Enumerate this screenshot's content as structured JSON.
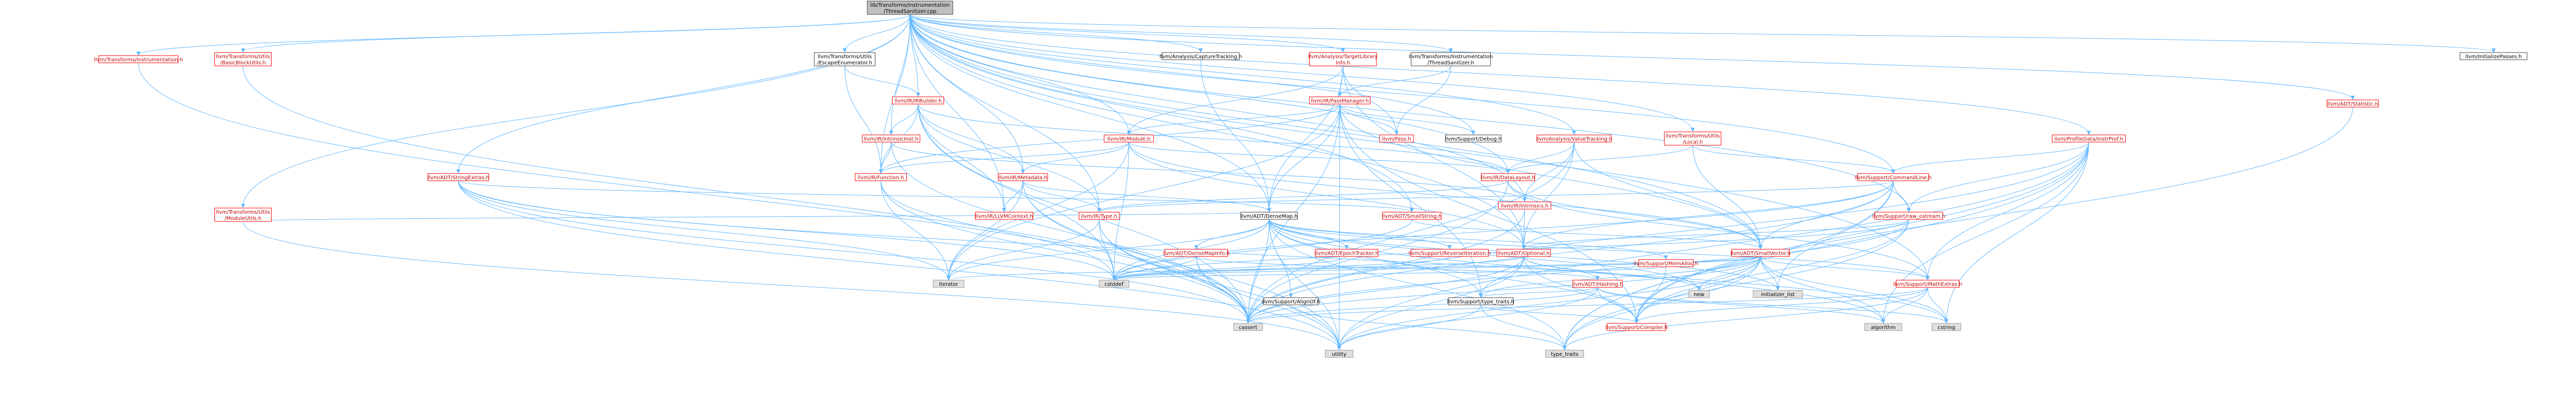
{
  "colors": {
    "root_fill": "#bfbfbf",
    "root_stroke": "#404040",
    "node_fill": "#ffffff",
    "red_stroke": "#ff0000",
    "red_text": "#bf0000",
    "gray_fill": "#e0e0e0",
    "gray_stroke": "#999999",
    "text": "#000000",
    "edge": "#63b8ff",
    "edge_alt": "#6f9fc9"
  },
  "nodes": [
    {
      "id": "root",
      "lines": [
        "lib/Transforms/Instrumentation",
        "/ThreadSanitizer.cpp"
      ],
      "kind": "root"
    },
    {
      "id": "instrumentation",
      "lines": [
        "llvm/Transforms/Instrumentation.h"
      ],
      "kind": "red"
    },
    {
      "id": "basicblockutils",
      "lines": [
        "llvm/Transforms/Utils",
        "/BasicBlockUtils.h"
      ],
      "kind": "red"
    },
    {
      "id": "moduleutils",
      "lines": [
        "llvm/Transforms/Utils",
        "/ModuleUtils.h"
      ],
      "kind": "red"
    },
    {
      "id": "stringextras",
      "lines": [
        "llvm/ADT/StringExtras.h"
      ],
      "kind": "red"
    },
    {
      "id": "escapeenumerator",
      "lines": [
        "llvm/Transforms/Utils",
        "/EscapeEnumerator.h"
      ],
      "kind": "plain"
    },
    {
      "id": "irbuilder",
      "lines": [
        "llvm/IR/IRBuilder.h"
      ],
      "kind": "red"
    },
    {
      "id": "intrinsicinst",
      "lines": [
        "llvm/IR/IntrinsicInst.h"
      ],
      "kind": "red"
    },
    {
      "id": "function",
      "lines": [
        "llvm/IR/Function.h"
      ],
      "kind": "red"
    },
    {
      "id": "metadata",
      "lines": [
        "llvm/IR/Metadata.h"
      ],
      "kind": "red"
    },
    {
      "id": "type",
      "lines": [
        "llvm/IR/Type.h"
      ],
      "kind": "red"
    },
    {
      "id": "llvmcontext",
      "lines": [
        "llvm/IR/LLVMContext.h"
      ],
      "kind": "red"
    },
    {
      "id": "capturetracking",
      "lines": [
        "llvm/Analysis/CaptureTracking.h"
      ],
      "kind": "plain"
    },
    {
      "id": "targetlibraryinfo",
      "lines": [
        "llvm/Analysis/TargetLibrary",
        "Info.h"
      ],
      "kind": "red"
    },
    {
      "id": "irpassmanager",
      "lines": [
        "llvm/IR/PassManager.h"
      ],
      "kind": "red"
    },
    {
      "id": "module",
      "lines": [
        "llvm/IR/Module.h"
      ],
      "kind": "red"
    },
    {
      "id": "threadsanitizerh",
      "lines": [
        "llvm/Transforms/Instrumentation",
        "/ThreadSanitizer.h"
      ],
      "kind": "plain"
    },
    {
      "id": "pass",
      "lines": [
        "llvm/Pass.h"
      ],
      "kind": "red"
    },
    {
      "id": "debug",
      "lines": [
        "llvm/Support/Debug.h"
      ],
      "kind": "plain"
    },
    {
      "id": "valuetracking",
      "lines": [
        "llvm/Analysis/ValueTracking.h"
      ],
      "kind": "red"
    },
    {
      "id": "datalayout",
      "lines": [
        "llvm/IR/DataLayout.h"
      ],
      "kind": "red"
    },
    {
      "id": "intrinsics",
      "lines": [
        "llvm/IR/Intrinsics.h"
      ],
      "kind": "red"
    },
    {
      "id": "utilslocal",
      "lines": [
        "llvm/Transforms/Utils",
        "/Local.h"
      ],
      "kind": "red"
    },
    {
      "id": "densemap",
      "lines": [
        "llvm/ADT/DenseMap.h"
      ],
      "kind": "plain"
    },
    {
      "id": "smallstring",
      "lines": [
        "llvm/ADT/SmallString.h"
      ],
      "kind": "red"
    },
    {
      "id": "densemapinfo",
      "lines": [
        "llvm/ADT/DenseMapInfo.h"
      ],
      "kind": "red"
    },
    {
      "id": "epochtracker",
      "lines": [
        "llvm/ADT/EpochTracker.h"
      ],
      "kind": "red"
    },
    {
      "id": "reverseiteration",
      "lines": [
        "llvm/Support/ReverseIteration.h"
      ],
      "kind": "red"
    },
    {
      "id": "alignof",
      "lines": [
        "llvm/Support/AlignOf.h"
      ],
      "kind": "plain"
    },
    {
      "id": "optional",
      "lines": [
        "llvm/ADT/Optional.h"
      ],
      "kind": "red"
    },
    {
      "id": "hashing",
      "lines": [
        "llvm/ADT/Hashing.h"
      ],
      "kind": "red"
    },
    {
      "id": "memalloc",
      "lines": [
        "llvm/Support/MemAlloc.h"
      ],
      "kind": "red"
    },
    {
      "id": "typetraitsh",
      "lines": [
        "llvm/Support/type_traits.h"
      ],
      "kind": "plain"
    },
    {
      "id": "compiler",
      "lines": [
        "llvm/Support/Compiler.h"
      ],
      "kind": "red"
    },
    {
      "id": "smallvector",
      "lines": [
        "llvm/ADT/SmallVector.h"
      ],
      "kind": "red"
    },
    {
      "id": "mathextras",
      "lines": [
        "llvm/Support/MathExtras.h"
      ],
      "kind": "red"
    },
    {
      "id": "commandline",
      "lines": [
        "llvm/Support/CommandLine.h"
      ],
      "kind": "red"
    },
    {
      "id": "rawostream",
      "lines": [
        "llvm/Support/raw_ostream.h"
      ],
      "kind": "red"
    },
    {
      "id": "profiledata",
      "lines": [
        "llvm/ProfileData/InstrProf.h"
      ],
      "kind": "red"
    },
    {
      "id": "statistic",
      "lines": [
        "llvm/ADT/Statistic.h"
      ],
      "kind": "red"
    },
    {
      "id": "initializepasses",
      "lines": [
        "llvm/InitializePasses.h"
      ],
      "kind": "plain"
    },
    {
      "id": "iterator",
      "lines": [
        "iterator"
      ],
      "kind": "gray"
    },
    {
      "id": "cstddef",
      "lines": [
        "cstddef"
      ],
      "kind": "gray"
    },
    {
      "id": "cassert",
      "lines": [
        "cassert"
      ],
      "kind": "gray"
    },
    {
      "id": "utility",
      "lines": [
        "utility"
      ],
      "kind": "gray"
    },
    {
      "id": "typetraits",
      "lines": [
        "type_traits"
      ],
      "kind": "gray"
    },
    {
      "id": "new",
      "lines": [
        "new"
      ],
      "kind": "gray"
    },
    {
      "id": "initializerlist",
      "lines": [
        "initializer_list"
      ],
      "kind": "gray"
    },
    {
      "id": "algorithm",
      "lines": [
        "algorithm"
      ],
      "kind": "gray"
    },
    {
      "id": "cstring",
      "lines": [
        "cstring"
      ],
      "kind": "gray"
    }
  ],
  "edges": [
    [
      "root",
      "instrumentation"
    ],
    [
      "root",
      "basicblockutils"
    ],
    [
      "root",
      "moduleutils"
    ],
    [
      "root",
      "stringextras"
    ],
    [
      "root",
      "escapeenumerator"
    ],
    [
      "root",
      "irbuilder"
    ],
    [
      "root",
      "intrinsicinst"
    ],
    [
      "root",
      "function"
    ],
    [
      "root",
      "metadata"
    ],
    [
      "root",
      "llvmcontext"
    ],
    [
      "root",
      "capturetracking"
    ],
    [
      "root",
      "targetlibraryinfo"
    ],
    [
      "root",
      "module"
    ],
    [
      "root",
      "threadsanitizerh"
    ],
    [
      "root",
      "debug"
    ],
    [
      "root",
      "valuetracking"
    ],
    [
      "root",
      "datalayout"
    ],
    [
      "root",
      "intrinsics"
    ],
    [
      "root",
      "utilslocal"
    ],
    [
      "root",
      "smallstring"
    ],
    [
      "root",
      "densemap"
    ],
    [
      "root",
      "smallvector"
    ],
    [
      "root",
      "optional"
    ],
    [
      "root",
      "commandline"
    ],
    [
      "root",
      "rawostream"
    ],
    [
      "root",
      "mathextras"
    ],
    [
      "root",
      "profiledata"
    ],
    [
      "root",
      "statistic"
    ],
    [
      "root",
      "initializepasses"
    ],
    [
      "root",
      "type"
    ],
    [
      "escapeenumerator",
      "irbuilder"
    ],
    [
      "escapeenumerator",
      "function"
    ],
    [
      "irbuilder",
      "intrinsicinst"
    ],
    [
      "irbuilder",
      "function"
    ],
    [
      "irbuilder",
      "metadata"
    ],
    [
      "irbuilder",
      "type"
    ],
    [
      "irbuilder",
      "llvmcontext"
    ],
    [
      "irbuilder",
      "datalayout"
    ],
    [
      "irbuilder",
      "cstddef"
    ],
    [
      "irbuilder",
      "cassert"
    ],
    [
      "intrinsicinst",
      "function"
    ],
    [
      "intrinsicinst",
      "intrinsics"
    ],
    [
      "intrinsicinst",
      "cassert"
    ],
    [
      "function",
      "cassert"
    ],
    [
      "function",
      "cstddef"
    ],
    [
      "function",
      "iterator"
    ],
    [
      "metadata",
      "densemap"
    ],
    [
      "metadata",
      "type"
    ],
    [
      "metadata",
      "llvmcontext"
    ],
    [
      "metadata",
      "iterator"
    ],
    [
      "metadata",
      "cassert"
    ],
    [
      "metadata",
      "utility"
    ],
    [
      "type",
      "cassert"
    ],
    [
      "type",
      "iterator"
    ],
    [
      "type",
      "cstddef"
    ],
    [
      "type",
      "utility"
    ],
    [
      "capturetracking",
      "densemap"
    ],
    [
      "targetlibraryinfo",
      "irpassmanager"
    ],
    [
      "targetlibraryinfo",
      "module"
    ],
    [
      "targetlibraryinfo",
      "pass"
    ],
    [
      "targetlibraryinfo",
      "densemap"
    ],
    [
      "targetlibraryinfo",
      "optional"
    ],
    [
      "irpassmanager",
      "module"
    ],
    [
      "irpassmanager",
      "function"
    ],
    [
      "irpassmanager",
      "densemap"
    ],
    [
      "irpassmanager",
      "smallvector"
    ],
    [
      "irpassmanager",
      "pass"
    ],
    [
      "irpassmanager",
      "debug"
    ],
    [
      "irpassmanager",
      "cassert"
    ],
    [
      "irpassmanager",
      "utility"
    ],
    [
      "irpassmanager",
      "typetraitsh"
    ],
    [
      "irpassmanager",
      "compiler"
    ],
    [
      "irpassmanager",
      "iterator"
    ],
    [
      "module",
      "function"
    ],
    [
      "module",
      "metadata"
    ],
    [
      "module",
      "datalayout"
    ],
    [
      "module",
      "cstddef"
    ],
    [
      "module",
      "iterator"
    ],
    [
      "module",
      "optional"
    ],
    [
      "module",
      "smallvector"
    ],
    [
      "threadsanitizerh",
      "irpassmanager"
    ],
    [
      "threadsanitizerh",
      "pass"
    ],
    [
      "valuetracking",
      "datalayout"
    ],
    [
      "valuetracking",
      "intrinsics"
    ],
    [
      "valuetracking",
      "optional"
    ],
    [
      "valuetracking",
      "smallvector"
    ],
    [
      "valuetracking",
      "cassert"
    ],
    [
      "datalayout",
      "type"
    ],
    [
      "datalayout",
      "smallvector"
    ],
    [
      "datalayout",
      "mathextras"
    ],
    [
      "datalayout",
      "cassert"
    ],
    [
      "intrinsics",
      "optional"
    ],
    [
      "intrinsics",
      "cassert"
    ],
    [
      "utilslocal",
      "datalayout"
    ],
    [
      "utilslocal",
      "commandline"
    ],
    [
      "utilslocal",
      "smallvector"
    ],
    [
      "stringextras",
      "smallstring"
    ],
    [
      "stringextras",
      "iterator"
    ],
    [
      "stringextras",
      "cassert"
    ],
    [
      "stringextras",
      "cstddef"
    ],
    [
      "stringextras",
      "utility"
    ],
    [
      "stringextras",
      "cstring"
    ],
    [
      "moduleutils",
      "densemap"
    ],
    [
      "moduleutils",
      "utility"
    ],
    [
      "basicblockutils",
      "cassert"
    ],
    [
      "instrumentation",
      "cassert"
    ],
    [
      "densemap",
      "densemapinfo"
    ],
    [
      "densemap",
      "epochtracker"
    ],
    [
      "densemap",
      "reverseiteration"
    ],
    [
      "densemap",
      "alignof"
    ],
    [
      "densemap",
      "memalloc"
    ],
    [
      "densemap",
      "typetraitsh"
    ],
    [
      "densemap",
      "algorithm"
    ],
    [
      "densemap",
      "cassert"
    ],
    [
      "densemap",
      "cstddef"
    ],
    [
      "densemap",
      "iterator"
    ],
    [
      "densemap",
      "new"
    ],
    [
      "densemap",
      "initializerlist"
    ],
    [
      "densemap",
      "utility"
    ],
    [
      "densemap",
      "typetraits"
    ],
    [
      "densemap",
      "mathextras"
    ],
    [
      "densemap",
      "compiler"
    ],
    [
      "smallstring",
      "smallvector"
    ],
    [
      "smallstring",
      "cstddef"
    ],
    [
      "densemapinfo",
      "hashing"
    ],
    [
      "densemapinfo",
      "cassert"
    ],
    [
      "densemapinfo",
      "cstddef"
    ],
    [
      "densemapinfo",
      "utility"
    ],
    [
      "epochtracker",
      "cstddef"
    ],
    [
      "reverseiteration",
      "cstddef"
    ],
    [
      "alignof",
      "typetraits"
    ],
    [
      "optional",
      "hashing"
    ],
    [
      "optional",
      "compiler"
    ],
    [
      "optional",
      "typetraitsh"
    ],
    [
      "optional",
      "cassert"
    ],
    [
      "optional",
      "new"
    ],
    [
      "optional",
      "utility"
    ],
    [
      "optional",
      "cstddef"
    ],
    [
      "hashing",
      "typetraitsh"
    ],
    [
      "hashing",
      "compiler"
    ],
    [
      "hashing",
      "algorithm"
    ],
    [
      "hashing",
      "cassert"
    ],
    [
      "hashing",
      "cstring"
    ],
    [
      "hashing",
      "utility"
    ],
    [
      "memalloc",
      "compiler"
    ],
    [
      "memalloc",
      "cstddef"
    ],
    [
      "typetraitsh",
      "compiler"
    ],
    [
      "typetraitsh",
      "typetraits"
    ],
    [
      "typetraitsh",
      "utility"
    ],
    [
      "smallvector",
      "compiler"
    ],
    [
      "smallvector",
      "mathextras"
    ],
    [
      "smallvector",
      "typetraitsh"
    ],
    [
      "smallvector",
      "algorithm"
    ],
    [
      "smallvector",
      "cassert"
    ],
    [
      "smallvector",
      "cstddef"
    ],
    [
      "smallvector",
      "cstring"
    ],
    [
      "smallvector",
      "initializerlist"
    ],
    [
      "smallvector",
      "iterator"
    ],
    [
      "smallvector",
      "new"
    ],
    [
      "smallvector",
      "utility"
    ],
    [
      "smallvector",
      "typetraits"
    ],
    [
      "mathextras",
      "compiler"
    ],
    [
      "mathextras",
      "algorithm"
    ],
    [
      "mathextras",
      "cassert"
    ],
    [
      "mathextras",
      "cstring"
    ],
    [
      "mathextras",
      "typetraits"
    ],
    [
      "commandline",
      "smallvector"
    ],
    [
      "commandline",
      "rawostream"
    ],
    [
      "commandline",
      "optional"
    ],
    [
      "commandline",
      "cassert"
    ],
    [
      "commandline",
      "cstddef"
    ],
    [
      "commandline",
      "initializerlist"
    ],
    [
      "commandline",
      "typetraits"
    ],
    [
      "commandline",
      "type"
    ],
    [
      "rawostream",
      "compiler"
    ],
    [
      "rawostream",
      "cassert"
    ],
    [
      "rawostream",
      "cstddef"
    ],
    [
      "rawostream",
      "typetraits"
    ],
    [
      "rawostream",
      "optional"
    ],
    [
      "profiledata",
      "commandline"
    ],
    [
      "profiledata",
      "mathextras"
    ],
    [
      "profiledata",
      "rawostream"
    ],
    [
      "profiledata",
      "cassert"
    ],
    [
      "profiledata",
      "compiler"
    ],
    [
      "profiledata",
      "utility"
    ],
    [
      "profiledata",
      "typetraits"
    ],
    [
      "profiledata",
      "algorithm"
    ],
    [
      "profiledata",
      "cstring"
    ],
    [
      "statistic",
      "compiler"
    ]
  ]
}
